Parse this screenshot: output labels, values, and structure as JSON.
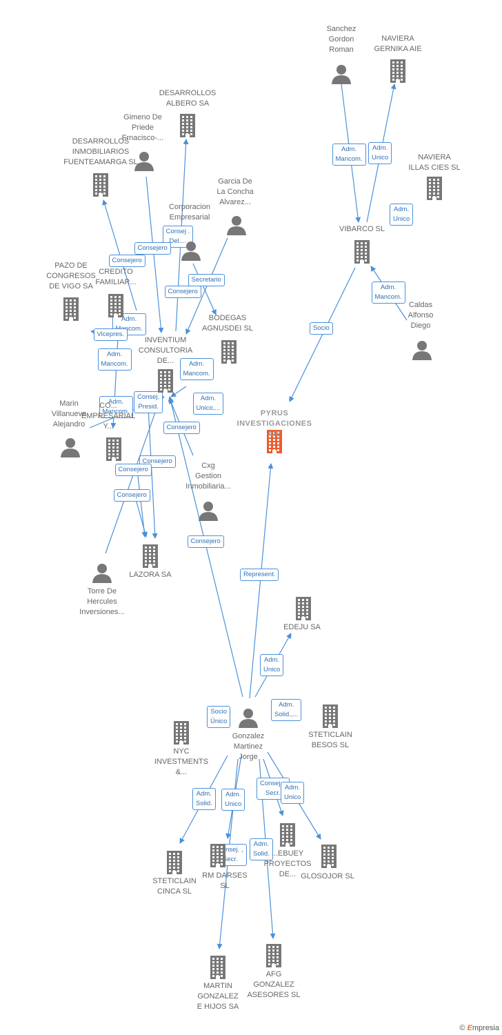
{
  "colors": {
    "node": "#777777",
    "main_node": "#ee5b2a",
    "edge": "#4a90d9"
  },
  "nodes": [
    {
      "id": "pyrus",
      "label": "PYRUS\nINVESTIGACIONES AIE",
      "type": "company",
      "main": true
    },
    {
      "id": "sanchez",
      "label": "Sanchez\nGordon\nRoman",
      "type": "person"
    },
    {
      "id": "naviera_gernika",
      "label": "NAVIERA\nGERNIKA  AIE",
      "type": "company"
    },
    {
      "id": "naviera_illas",
      "label": "NAVIERA\nILLAS CIES  SL",
      "type": "company"
    },
    {
      "id": "vibarco",
      "label": "VIBARCO SL",
      "type": "company"
    },
    {
      "id": "caldas",
      "label": "Caldas\nAlfonso\nDiego",
      "type": "person"
    },
    {
      "id": "desarrollos_albero",
      "label": "DESARROLLOS\nALBERO SA",
      "type": "company"
    },
    {
      "id": "gimeno",
      "label": "Gimeno De\nPriede\nFrnacisco-...",
      "type": "person"
    },
    {
      "id": "desarrollos_fuente",
      "label": "DESARROLLOS\nINMOBILIARIOS\nFUENTEAMARGA SL",
      "type": "company"
    },
    {
      "id": "garcia",
      "label": "Garcia De\nLa Concha\nAlvarez...",
      "type": "person"
    },
    {
      "id": "corporacion",
      "label": "Corporacion\nEmpresarial",
      "type": "person"
    },
    {
      "id": "pazo",
      "label": "PAZO DE\nCONGRESOS\nDE VIGO SA",
      "type": "company"
    },
    {
      "id": "credito",
      "label": "CREDITO\nFAMILIAR...",
      "type": "company"
    },
    {
      "id": "bodegas",
      "label": "BODEGAS\nAGNUSDEI SL",
      "type": "company"
    },
    {
      "id": "inventium",
      "label": "INVENTIUM\nCONSULTORIA\nDE...",
      "type": "company"
    },
    {
      "id": "marin",
      "label": "Marin\nVillanueva\nAlejandro",
      "type": "person"
    },
    {
      "id": "co_empresarial",
      "label": "CO...\nEMPRESARIAL\nY...",
      "type": "company"
    },
    {
      "id": "cxg",
      "label": "Cxg\nGestion\nInmobiliaria...",
      "type": "person"
    },
    {
      "id": "torre",
      "label": "Torre De\nHercules\nInversiones...",
      "type": "person"
    },
    {
      "id": "lazora",
      "label": "LAZORA SA",
      "type": "company"
    },
    {
      "id": "edeju",
      "label": "EDEJU SA",
      "type": "company"
    },
    {
      "id": "gonzalez",
      "label": "Gonzalez\nMartinez\nJorge",
      "type": "person"
    },
    {
      "id": "steticlain_besos",
      "label": "STETICLAIN\nBESOS  SL",
      "type": "company"
    },
    {
      "id": "nyc",
      "label": "NYC\nINVESTMENTS\n&...",
      "type": "company"
    },
    {
      "id": "steticlain_cinca",
      "label": "STETICLAIN\nCINCA  SL",
      "type": "company"
    },
    {
      "id": "rm_darses",
      "label": "RM DARSES\nSL",
      "type": "company"
    },
    {
      "id": "rebuey",
      "label": "...EBUEY\nPROYECTOS\nDE...",
      "type": "company"
    },
    {
      "id": "glosojor",
      "label": "GLOSOJOR  SL",
      "type": "company"
    },
    {
      "id": "martin",
      "label": "MARTIN\nGONZALEZ\nE HIJOS SA",
      "type": "company"
    },
    {
      "id": "afg",
      "label": "AFG\nGONZALEZ\nASESORES  SL",
      "type": "company"
    }
  ],
  "edges": [
    {
      "label": "Adm.\nMancom."
    },
    {
      "label": "Adm.\nUnico"
    },
    {
      "label": "Adm.\nUnico"
    },
    {
      "label": "Adm.\nMancom."
    },
    {
      "label": "Socio"
    },
    {
      "label": "Consej .\nDel...."
    },
    {
      "label": "Consejero"
    },
    {
      "label": "Consejero"
    },
    {
      "label": "Secretario"
    },
    {
      "label": "Consejero"
    },
    {
      "label": "Adm.\nMancom."
    },
    {
      "label": "Vicepres."
    },
    {
      "label": "Adm.\nMancom."
    },
    {
      "label": "Adm.\nMancom."
    },
    {
      "label": "Adm.\nUnico,..."
    },
    {
      "label": "Consej.\nPresid."
    },
    {
      "label": "Consejero"
    },
    {
      "label": "Adm.\nMancom."
    },
    {
      "label": "Consejero"
    },
    {
      "label": "Consejero"
    },
    {
      "label": "Consejero"
    },
    {
      "label": "Consejero"
    },
    {
      "label": "Represent."
    },
    {
      "label": "Adm.\nUnico"
    },
    {
      "label": "Socio\nÚnico"
    },
    {
      "label": "Adm.\nSolid.,..."
    },
    {
      "label": "Adm.\nSolid."
    },
    {
      "label": "Adm.\nUnico"
    },
    {
      "label": "Consej. ,\nSecr."
    },
    {
      "label": "Adm.\nUnico"
    },
    {
      "label": "Consej. ,\nSecr."
    },
    {
      "label": "Adm.\nSolid."
    }
  ],
  "brand": {
    "copyright": "©",
    "name": "mpresia",
    "initial": "E"
  }
}
